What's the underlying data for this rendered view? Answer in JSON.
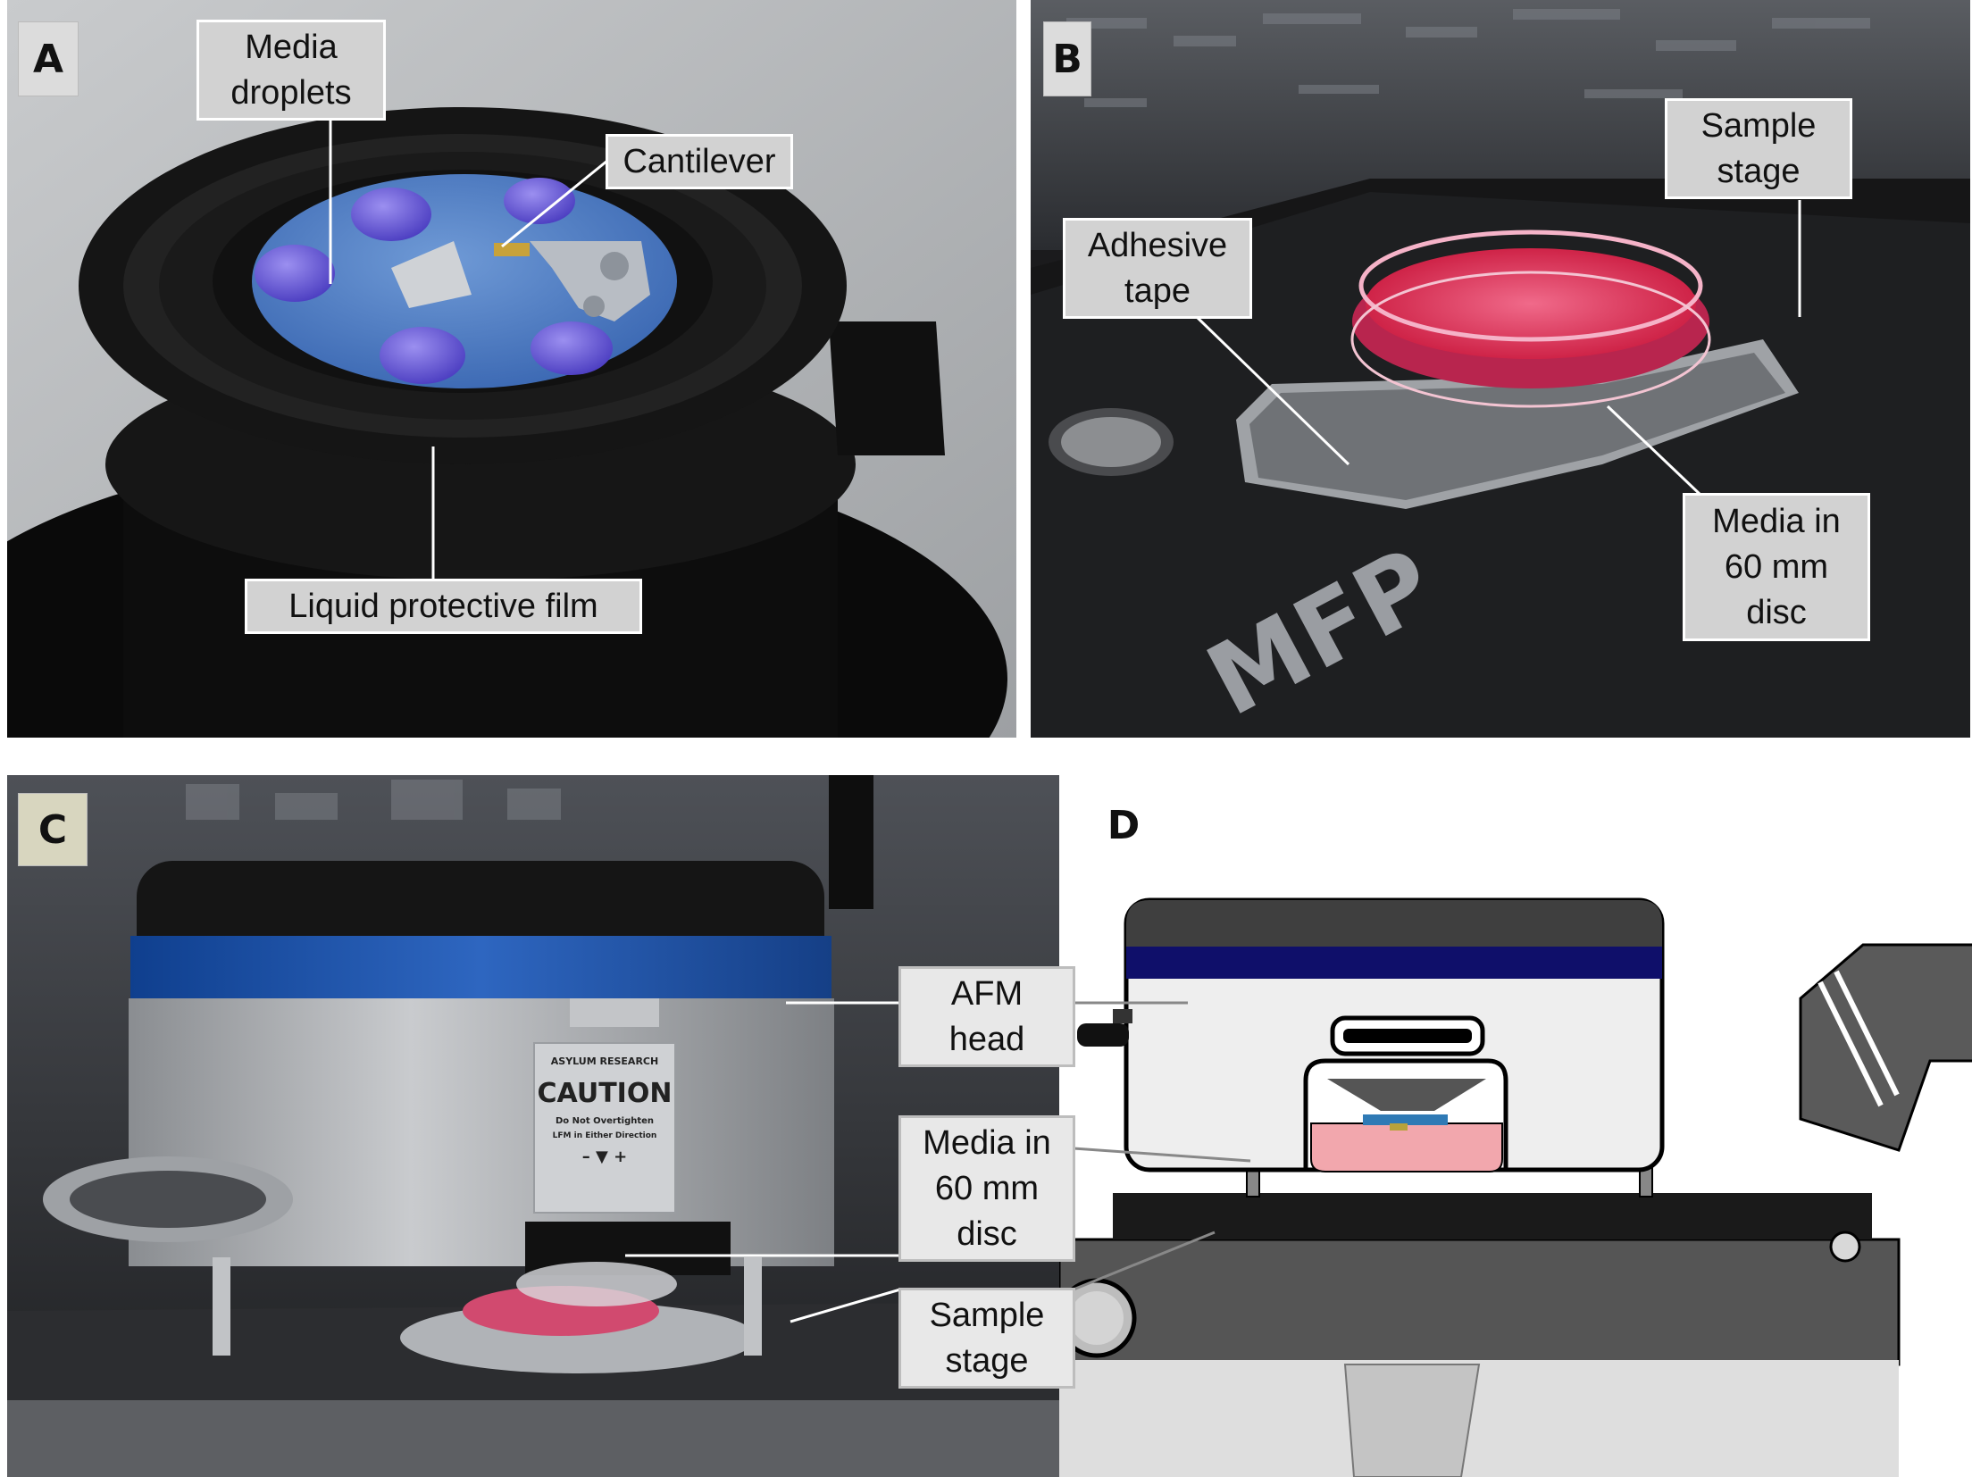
{
  "panels": {
    "a": {
      "letter": "A",
      "labels": {
        "media_droplets": [
          "Media",
          "droplets"
        ],
        "cantilever": [
          "Cantilever"
        ],
        "film": [
          "Liquid protective film"
        ]
      }
    },
    "b": {
      "letter": "B",
      "labels": {
        "sample_stage": [
          "Sample",
          "stage"
        ],
        "adhesive_tape": [
          "Adhesive",
          "tape"
        ],
        "media_disc": [
          "Media in",
          "60 mm",
          "disc"
        ]
      }
    },
    "c": {
      "letter": "C",
      "caution": {
        "brand": "ASYLUM RESEARCH",
        "title": "CAUTION",
        "line1": "Do Not Overtighten",
        "line2": "LFM in Either Direction",
        "arrows": "– ▼ +"
      }
    },
    "d": {
      "letter": "D"
    },
    "cd_labels": {
      "afm_head": [
        "AFM",
        "head"
      ],
      "media_disc": [
        "Media in",
        "60 mm",
        "disc"
      ],
      "sample_stage": [
        "Sample",
        "stage"
      ]
    },
    "colors": {
      "blue_band": "#1e55a8",
      "navy_band": "#0f0f6a",
      "media_pink": "#f2a7ad",
      "droplet_purple": "#5b4fc9",
      "dish_red": "#d81b3e"
    }
  }
}
